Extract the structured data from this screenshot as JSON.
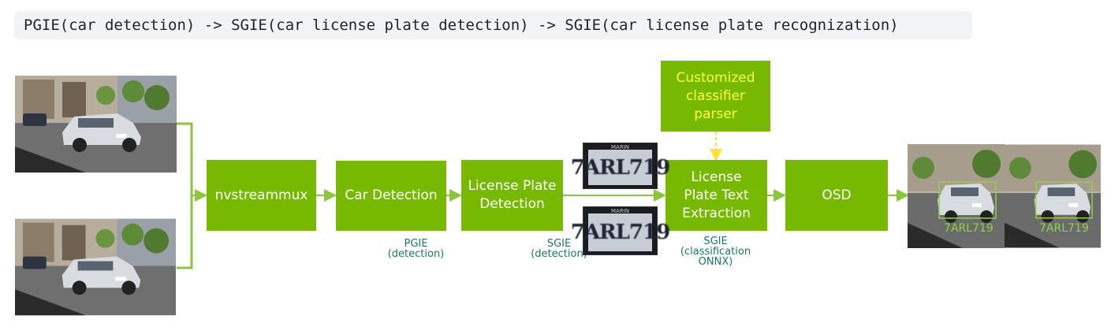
{
  "banner": {
    "text": "PGIE(car detection) -> SGIE(car license plate detection) -> SGIE(car license plate recognization)"
  },
  "colors": {
    "box_green": "#76b900",
    "caption_teal": "#1a7a5a",
    "highlight_yellow": "#ffff33",
    "arrow_green": "#8cc63f"
  },
  "pipeline": {
    "nvstreammux": "nvstreammux",
    "car_detection": "Car Detection",
    "lpd": "License Plate\nDetection",
    "lpr": "License\nPlate Text\nExtraction",
    "osd": "OSD",
    "parser": "Customized\nclassifier\nparser"
  },
  "captions": {
    "pgie": "PGIE\n(detection)",
    "sgie_detection": "SGIE\n(detection)",
    "sgie_classification": "SGIE\n(classification\nONNX)"
  },
  "plates": {
    "upper": "7ARL719",
    "lower": "7ARL719",
    "state": "MARIN"
  },
  "output": {
    "left_label": "7ARL719",
    "right_label": "7ARL719"
  }
}
